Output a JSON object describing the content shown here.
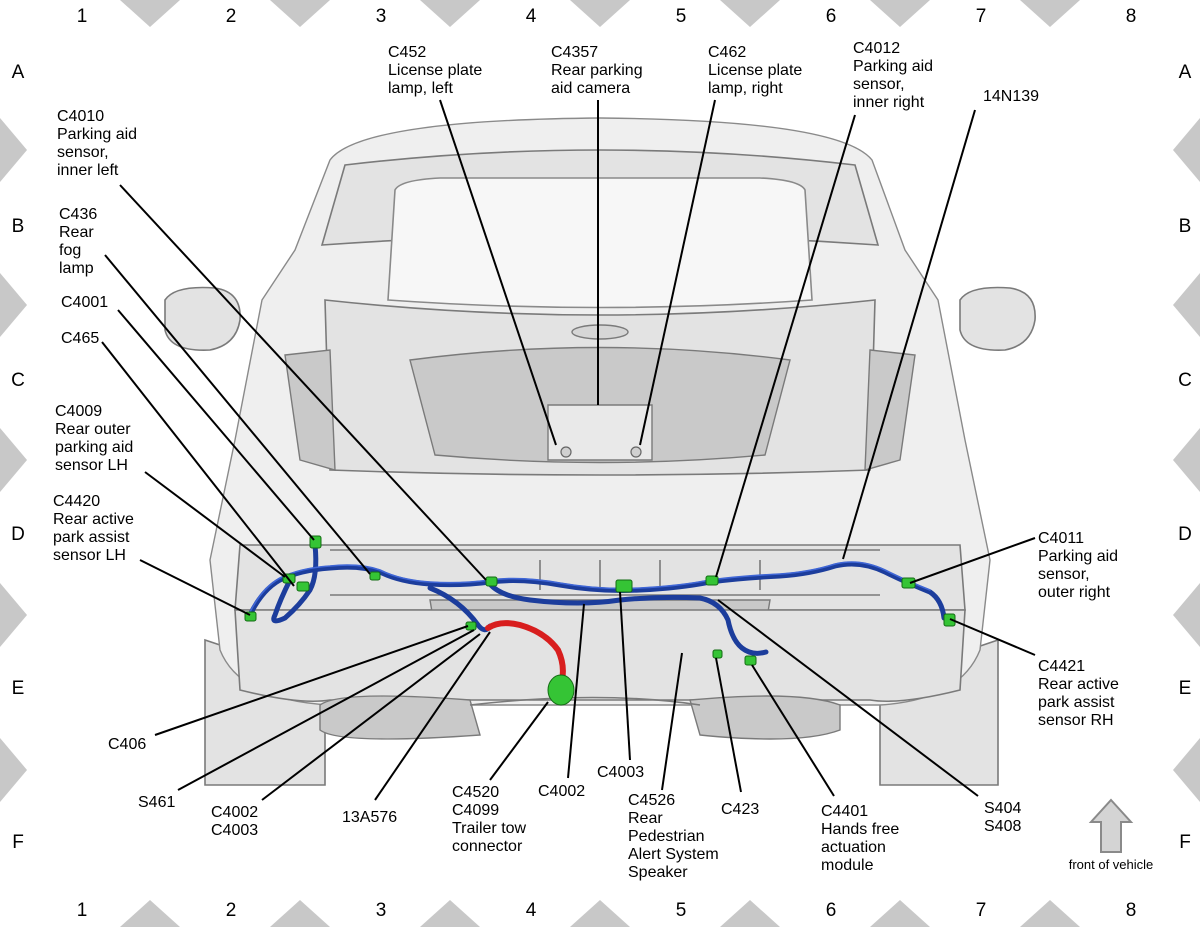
{
  "grid": {
    "columns": [
      "1",
      "2",
      "3",
      "4",
      "5",
      "6",
      "7",
      "8"
    ],
    "rows": [
      "A",
      "B",
      "C",
      "D",
      "E",
      "F"
    ]
  },
  "callouts": {
    "c452": [
      "C452",
      "License plate",
      "lamp, left"
    ],
    "c4357": [
      "C4357",
      "Rear parking",
      "aid camera"
    ],
    "c462": [
      "C462",
      "License plate",
      "lamp, right"
    ],
    "c4012": [
      "C4012",
      "Parking aid",
      "sensor,",
      "inner right"
    ],
    "n14n139": [
      "14N139"
    ],
    "c4010": [
      "C4010",
      "Parking aid",
      "sensor,",
      "inner left"
    ],
    "c436": [
      "C436",
      "Rear",
      "fog",
      "lamp"
    ],
    "c4001": [
      "C4001"
    ],
    "c465": [
      "C465"
    ],
    "c4009": [
      "C4009",
      "Rear outer",
      "parking aid",
      "sensor LH"
    ],
    "c4420": [
      "C4420",
      "Rear active",
      "park assist",
      "sensor LH"
    ],
    "c4011": [
      "C4011",
      "Parking aid",
      "sensor,",
      "outer right"
    ],
    "c4421": [
      "C4421",
      "Rear active",
      "park assist",
      "sensor RH"
    ],
    "c406": [
      "C406"
    ],
    "s461": [
      "S461"
    ],
    "c4002_c4003_left": [
      "C4002",
      "C4003"
    ],
    "n13a576": [
      "13A576"
    ],
    "c4520_c4099": [
      "C4520",
      "C4099",
      "Trailer tow",
      "connector"
    ],
    "c4002": [
      "C4002"
    ],
    "c4003": [
      "C4003"
    ],
    "c4526": [
      "C4526",
      "Rear",
      "Pedestrian",
      "Alert System",
      "Speaker"
    ],
    "c423": [
      "C423"
    ],
    "c4401": [
      "C4401",
      "Hands free",
      "actuation",
      "module"
    ],
    "s404_s408": [
      "S404",
      "S408"
    ]
  },
  "legend": {
    "front_of_vehicle": "front of vehicle",
    "arrow_icon": "up-arrow-icon"
  },
  "colors": {
    "harness_blue": "#1c3d9c",
    "trailer_harness_red": "#d81e1e",
    "connector_green": "#35c435",
    "border_triangle_gray": "#c8c8c8"
  }
}
